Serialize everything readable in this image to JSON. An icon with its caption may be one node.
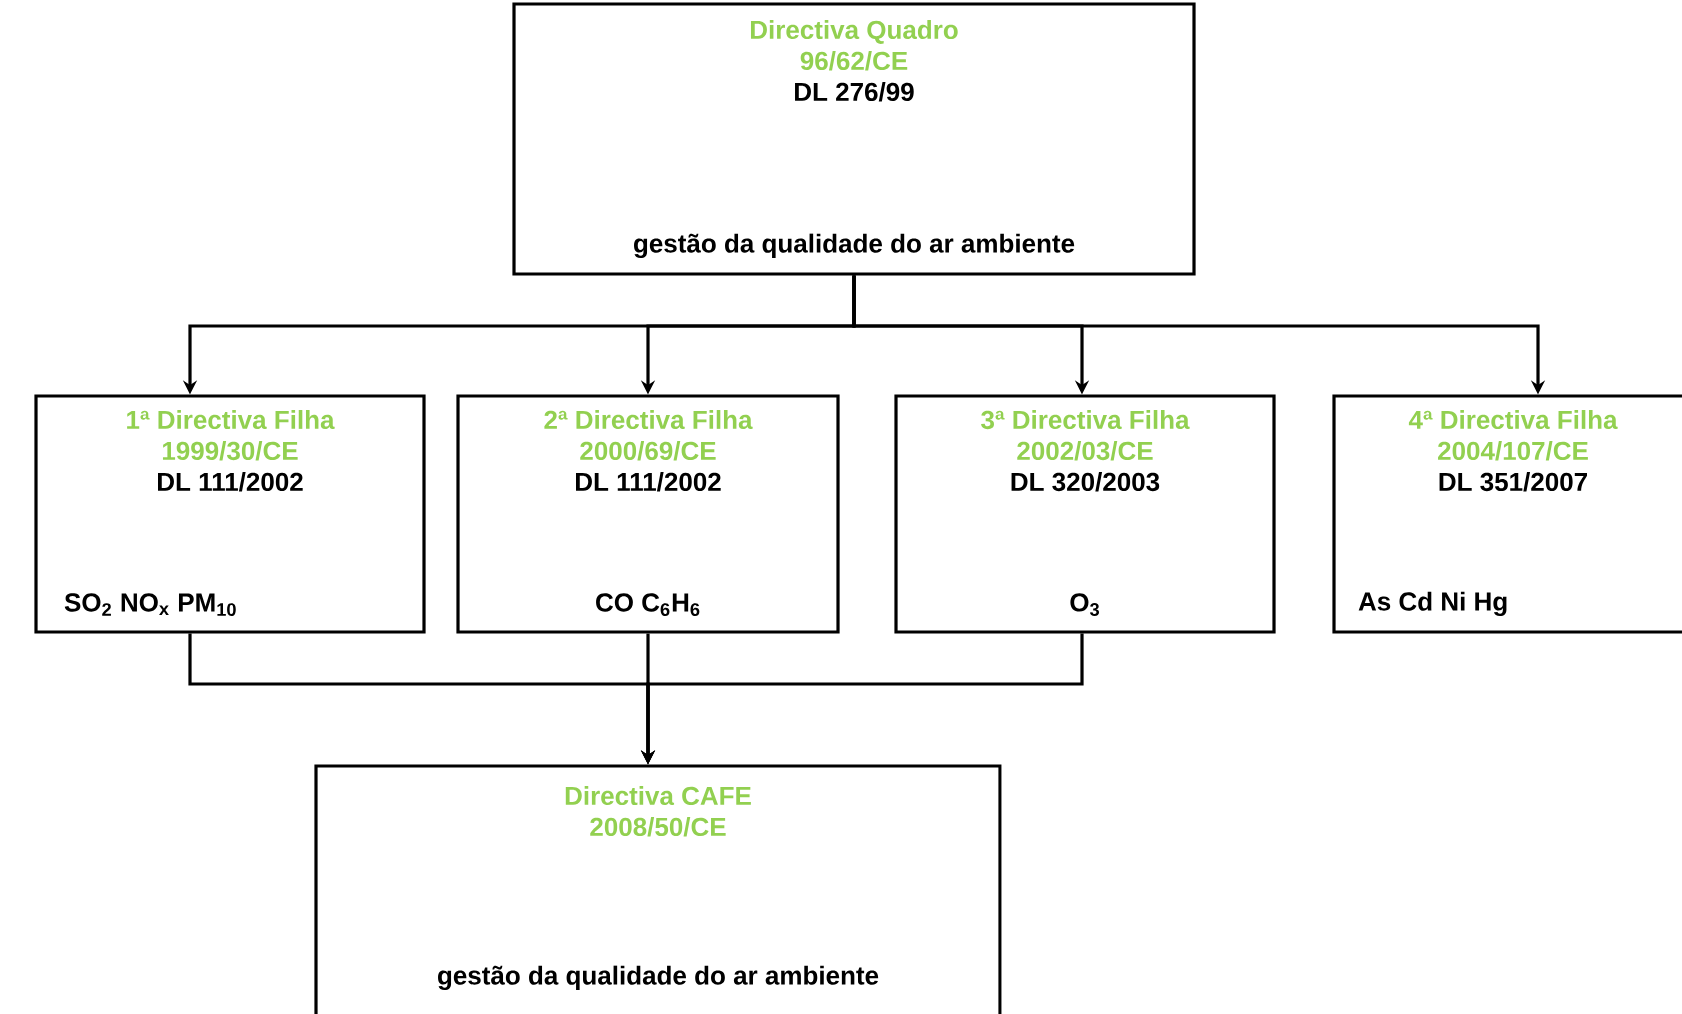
{
  "diagram": {
    "nodes": [
      {
        "text": [
          "Directiva Quadro",
          "96/62/CE",
          "DL 276/99",
          "gestão da qualidade do ar ambiente"
        ]
      },
      {
        "text": [
          "1ª Directiva Filha",
          "1999/30/CE",
          "DL 111/2002",
          "SO$_{2}$ NO$_{x}$ PM$_{10}$"
        ]
      },
      {
        "text": [
          "2ª Directiva Filha",
          "2000/69/CE",
          "DL 111/2002",
          "CO   C$_{6}$H$_{6}$"
        ]
      },
      {
        "text": [
          "3ª Directiva Filha",
          "2002/03/CE",
          "DL 320/2003",
          "O$_{3}$"
        ]
      },
      {
        "text": [
          "4ª Directiva Filha",
          "2004/107/CE",
          "DL 351/2007",
          "As Cd Ni Hg"
        ]
      },
      {
        "text": [
          "Directiva CAFE",
          "2008/50/CE",
          "gestão da qualidade do ar ambiente"
        ]
      }
    ],
    "edges": [
      {
        "from": 0,
        "to": 1,
        "arrow": "to"
      },
      {
        "from": 0,
        "to": 2,
        "arrow": "to"
      },
      {
        "from": 0,
        "to": 3,
        "arrow": "to"
      },
      {
        "from": 0,
        "to": 4,
        "arrow": "to"
      },
      {
        "from": 1,
        "to": 5,
        "arrow": "to"
      },
      {
        "from": 2,
        "to": 5,
        "arrow": "to"
      },
      {
        "from": 3,
        "to": 5,
        "arrow": "to"
      }
    ]
  }
}
